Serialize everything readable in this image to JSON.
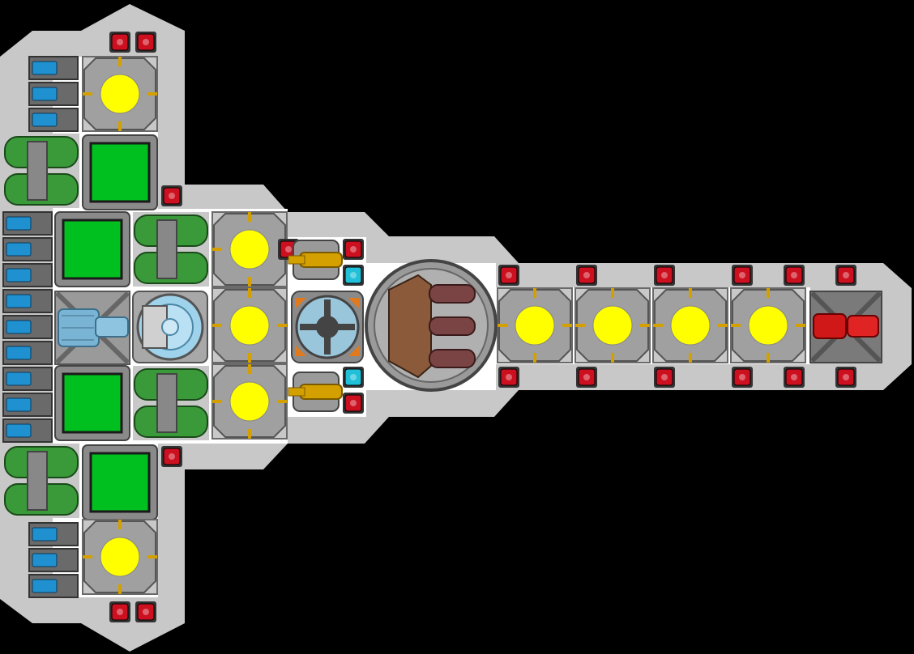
{
  "game": {
    "view": "ship-blueprint",
    "text_labels": []
  },
  "colors": {
    "background": "#000000",
    "hull": "#c8c8c8",
    "deck": "#ffffff",
    "room_outer": "#8a8a8a",
    "room_inner": "#bdbdbd",
    "core": "#ffff00",
    "green_block": "#00c020",
    "green_engine": "#3a9a3a",
    "thruster_blue": "#1f90d0",
    "red_light": "#cc1020",
    "cyan_light": "#20c0d8",
    "conduit": "#d4a000",
    "brown_turret": "#8a5a3a",
    "red_cannon": "#d01818"
  },
  "modules": {
    "thruster_count": 15,
    "reactor_cores": 9,
    "green_storage": 4,
    "engine_pods": 4,
    "beacon_lights": 23
  }
}
